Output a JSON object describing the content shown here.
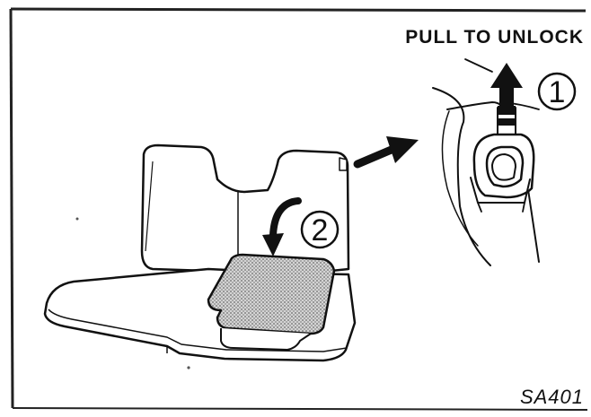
{
  "labels": {
    "pull_to_unlock": "PULL TO UNLOCK",
    "figure_id": "SA401"
  },
  "steps": [
    {
      "number": "1"
    },
    {
      "number": "2"
    }
  ],
  "colors": {
    "line": "#111111",
    "frame": "#222222",
    "cushion_fill": "#b9b9b9",
    "background": "#ffffff"
  }
}
